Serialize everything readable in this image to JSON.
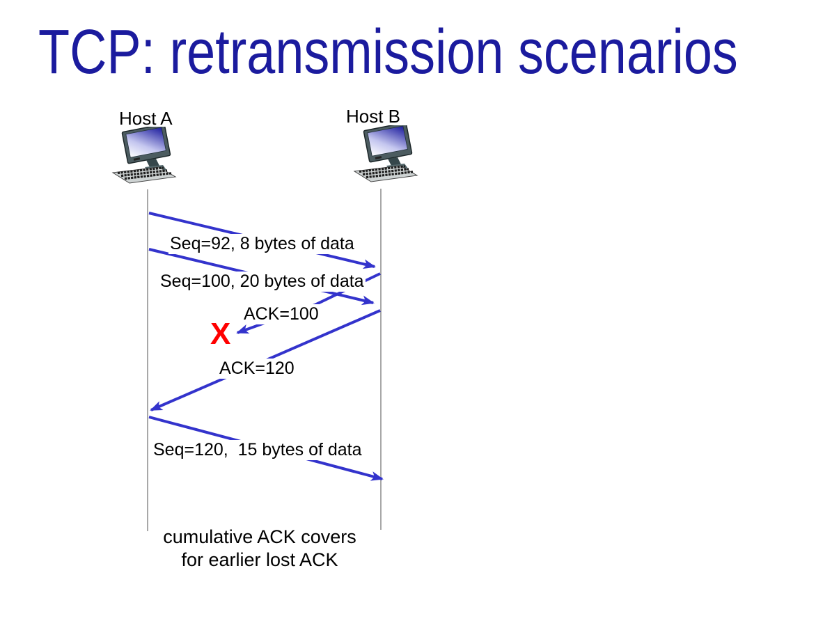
{
  "slide": {
    "title": "TCP: retransmission scenarios",
    "caption": {
      "line1": "cumulative ACK covers",
      "line2": "for earlier lost ACK"
    }
  },
  "hosts": {
    "a": "Host A",
    "b": "Host B"
  },
  "messages": {
    "seq92": "Seq=92, 8 bytes of data",
    "seq100": "Seq=100, 20 bytes of data",
    "ack100": "ACK=100",
    "ack120": "ACK=120",
    "seq120": "Seq=120,  15 bytes of data",
    "loss_marker": "X"
  },
  "icons": {
    "host_a": "desktop-computer-icon",
    "host_b": "desktop-computer-icon"
  },
  "colors": {
    "title": "#1B1B9E",
    "arrow": "#3333CC",
    "loss": "#FF0000",
    "text": "#000000",
    "lifeline": "#6F6F6F"
  }
}
